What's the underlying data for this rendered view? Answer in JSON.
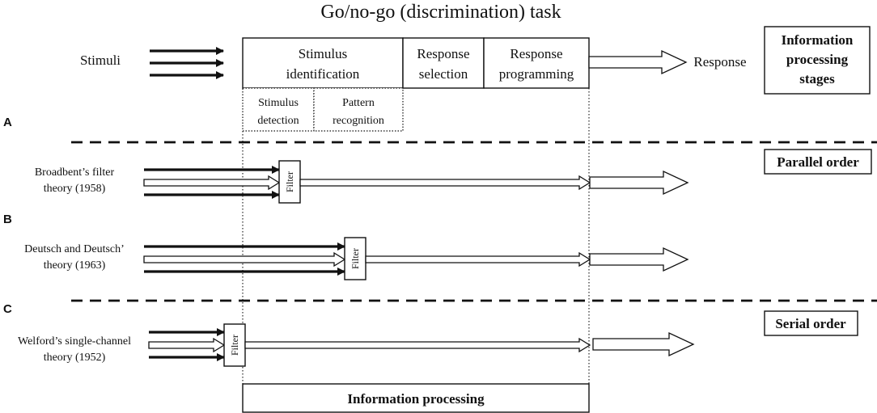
{
  "title": "Go/no-go (discrimination) task",
  "stimuli_label": "Stimuli",
  "response_label": "Response",
  "stages": {
    "stimulus_identification": [
      "Stimulus",
      "identification"
    ],
    "response_selection": [
      "Response",
      "selection"
    ],
    "response_programming": [
      "Response",
      "programming"
    ],
    "stimulus_detection": [
      "Stimulus",
      "detection"
    ],
    "pattern_recognition": [
      "Pattern",
      "recognition"
    ]
  },
  "info_stages_box": [
    "Information",
    "processing",
    "stages"
  ],
  "order_labels": {
    "parallel": "Parallel order",
    "serial": "Serial order"
  },
  "panel_letters": {
    "a": "A",
    "b": "B",
    "c": "C"
  },
  "theories": {
    "broadbent": [
      "Broadbent’s filter",
      "theory (1958)"
    ],
    "deutsch": [
      "Deutsch and Deutsch’",
      "theory (1963)"
    ],
    "welford": [
      "Welford’s single-channel",
      "theory (1952)"
    ]
  },
  "filter_label": "Filter",
  "information_processing_label": "Information processing"
}
